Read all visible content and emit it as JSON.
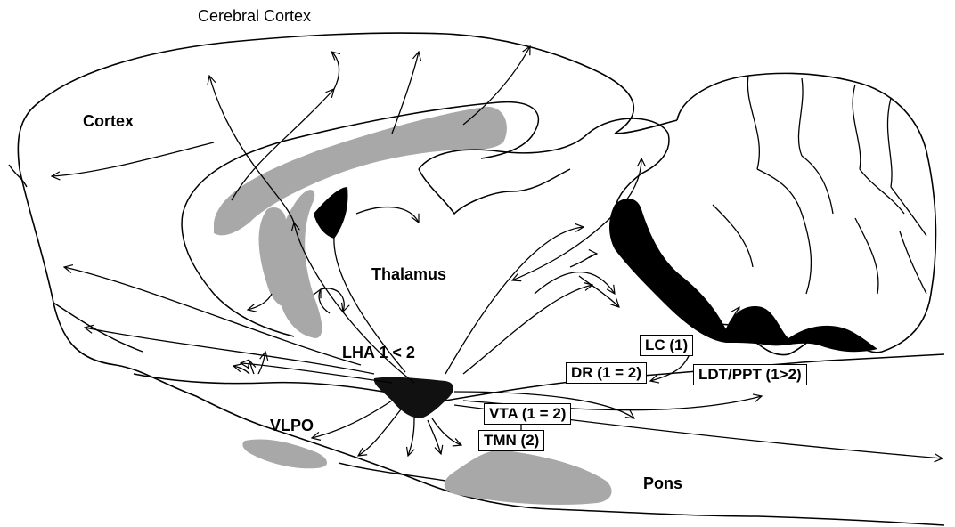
{
  "labels": {
    "cerebral_cortex": "Cerebral Cortex",
    "cortex": "Cortex",
    "thalamus": "Thalamus",
    "lha": "LHA 1 < 2",
    "vlpo": "VLPO",
    "pons": "Pons"
  },
  "nuclei": {
    "lc": "LC (1)",
    "dr": "DR (1 = 2)",
    "ldt_ppt": "LDT/PPT (1>2)",
    "vta": "VTA (1 = 2)",
    "tmn": "TMN (2)"
  },
  "colors": {
    "line": "#000000",
    "gray_region": "#a8a8a8",
    "dark_region": "#000000",
    "background": "#ffffff"
  }
}
